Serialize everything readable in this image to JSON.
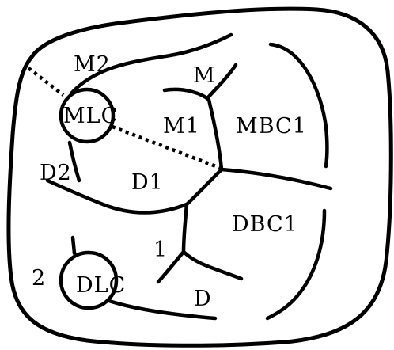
{
  "labels": {
    "m2": "M2",
    "m": "M",
    "mlc": "MLC",
    "m1": "M1",
    "mbc1": "MBC1",
    "d2": "D2",
    "d1": "D1",
    "dbc1": "DBC1",
    "one": "1",
    "two": "2",
    "dlc": "DLC",
    "d": "D"
  }
}
